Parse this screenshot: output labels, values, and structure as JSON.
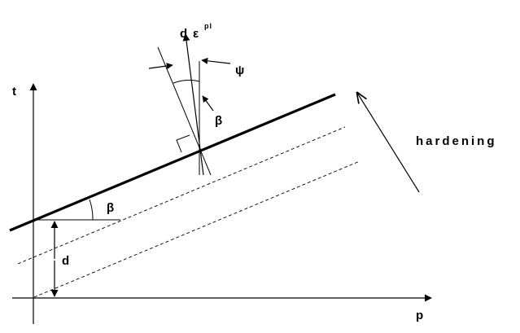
{
  "diagram": {
    "labels": {
      "t_axis": "t",
      "p_axis": "p",
      "d": "d",
      "beta_bottom": "β",
      "beta_top": "β",
      "psi": "ψ",
      "flow_d": "d",
      "flow_epsilon": "ε",
      "flow_superscript": "pl",
      "hardening": "hardening"
    }
  }
}
